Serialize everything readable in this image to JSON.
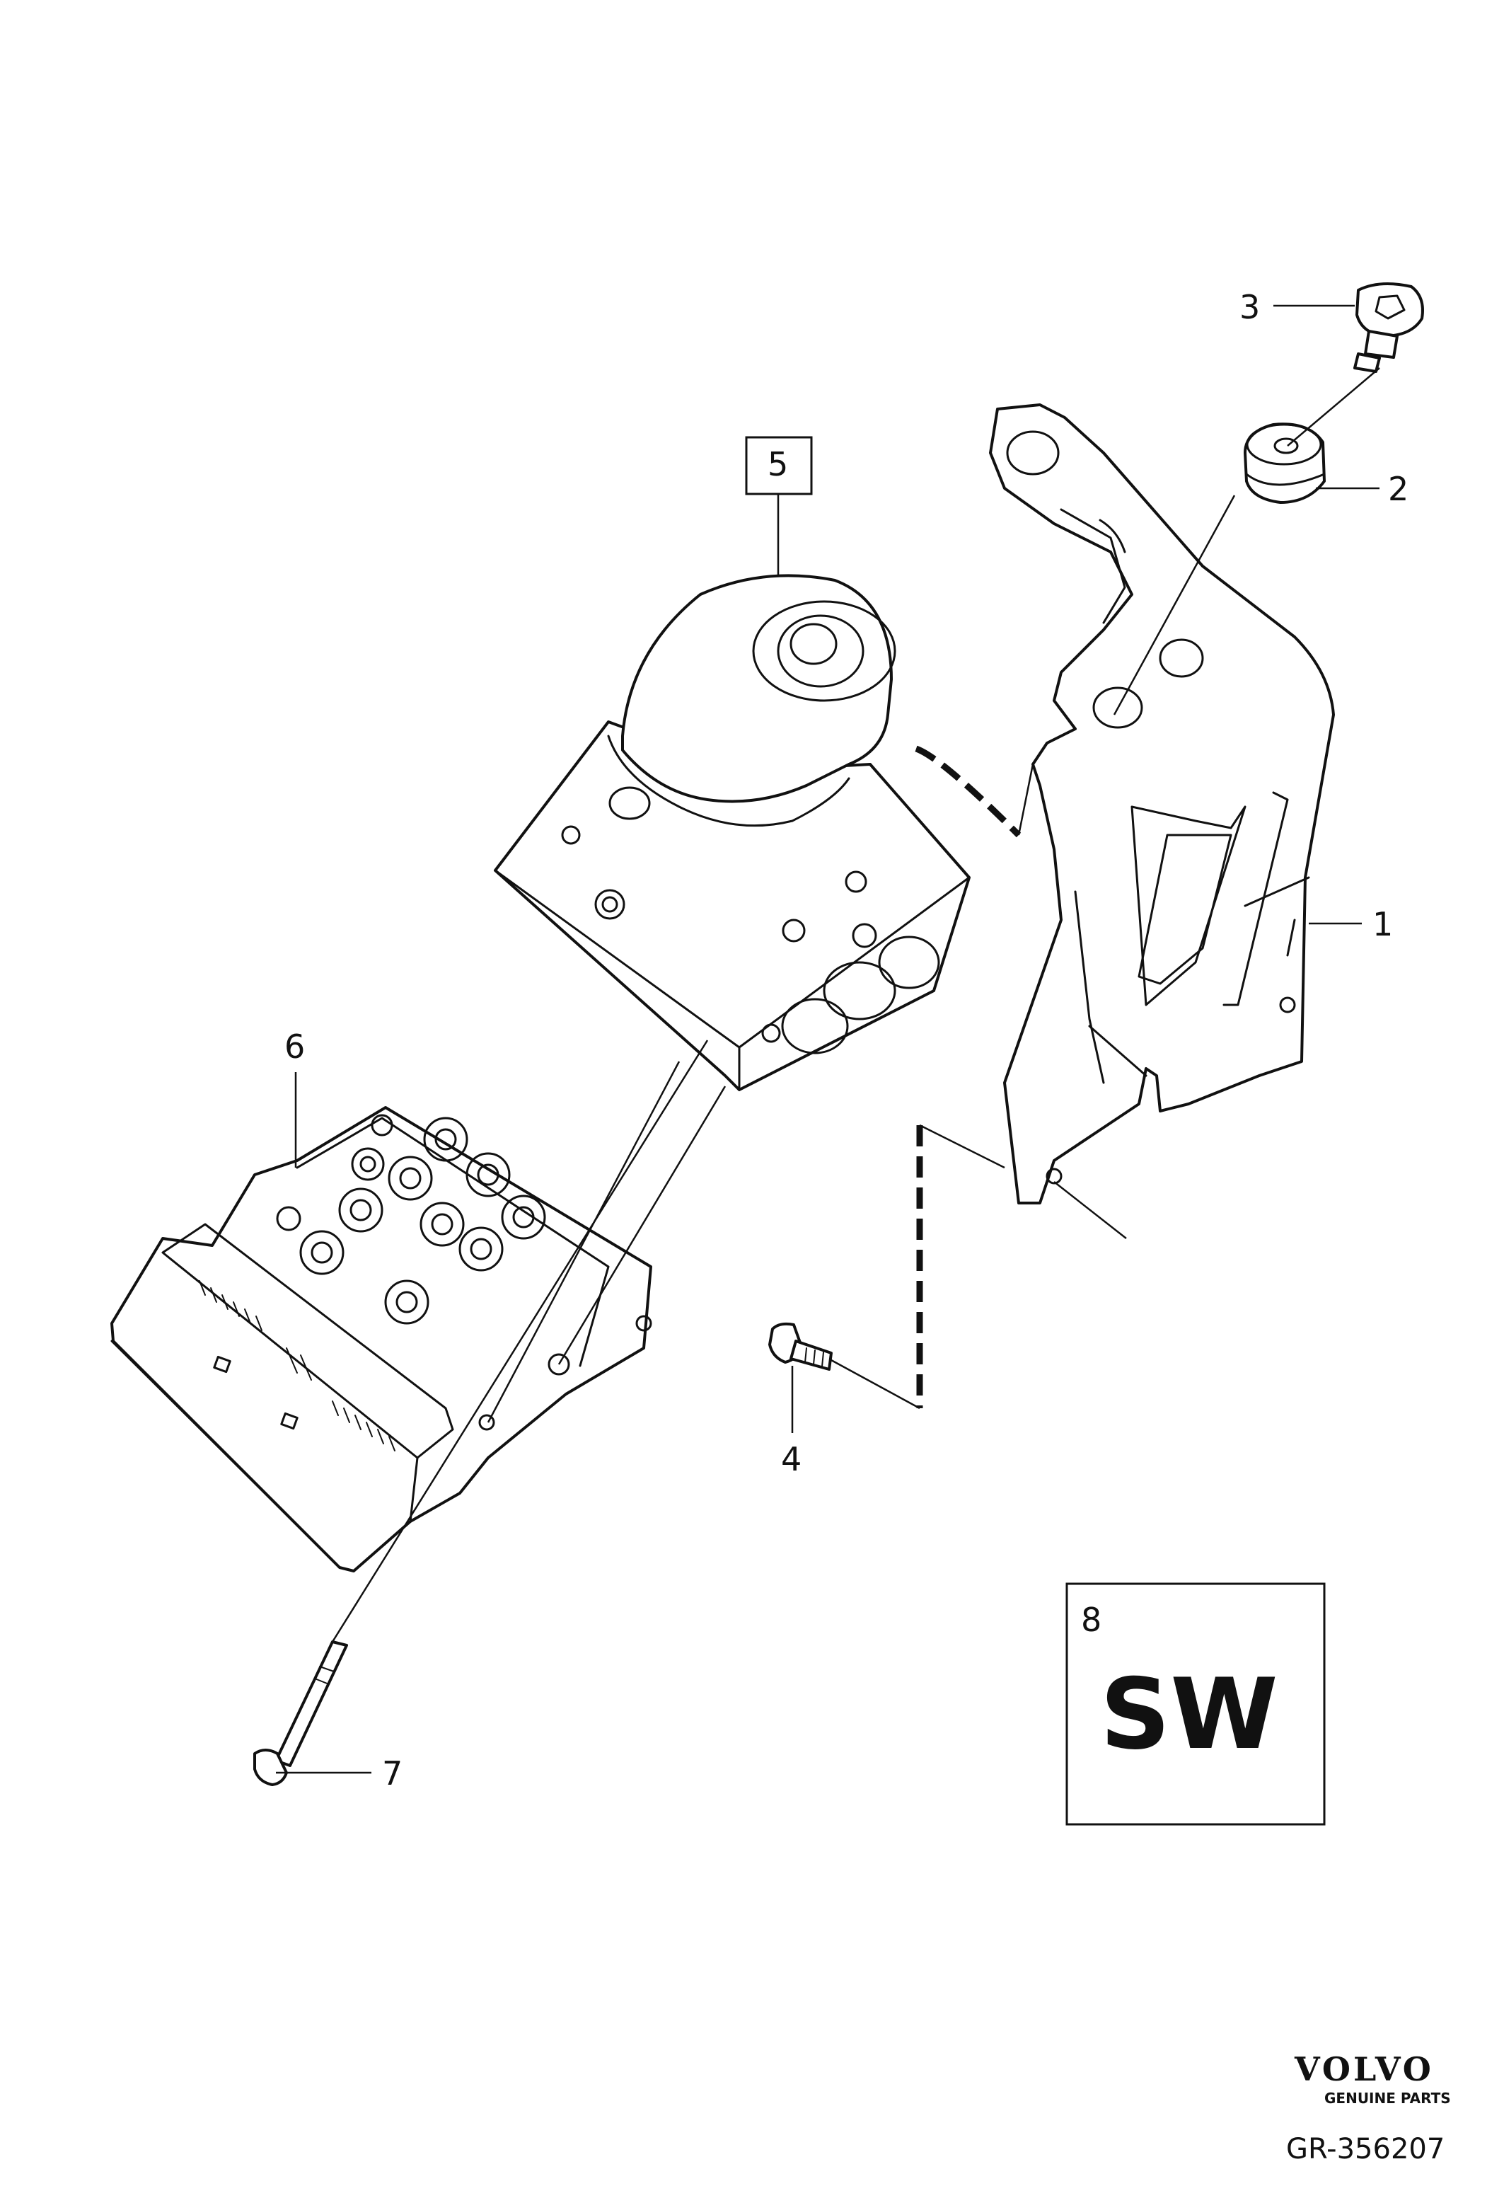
{
  "diagram": {
    "drawing_number": "GR-356207",
    "brand": "VOLVO",
    "brand_subtitle": "GENUINE PARTS",
    "callouts": {
      "c1": "1",
      "c2": "2",
      "c3": "3",
      "c4": "4",
      "c5": "5",
      "c6": "6",
      "c7": "7",
      "c8": "8"
    },
    "sw_badge": "SW",
    "parts": [
      {
        "id": "1",
        "name": "bracket"
      },
      {
        "id": "2",
        "name": "rubber-bushing"
      },
      {
        "id": "3",
        "name": "torx-screw"
      },
      {
        "id": "4",
        "name": "flange-bolt"
      },
      {
        "id": "5",
        "name": "abs-hydraulic-unit"
      },
      {
        "id": "6",
        "name": "abs-control-module"
      },
      {
        "id": "7",
        "name": "long-bolt"
      },
      {
        "id": "8",
        "name": "software"
      }
    ]
  }
}
